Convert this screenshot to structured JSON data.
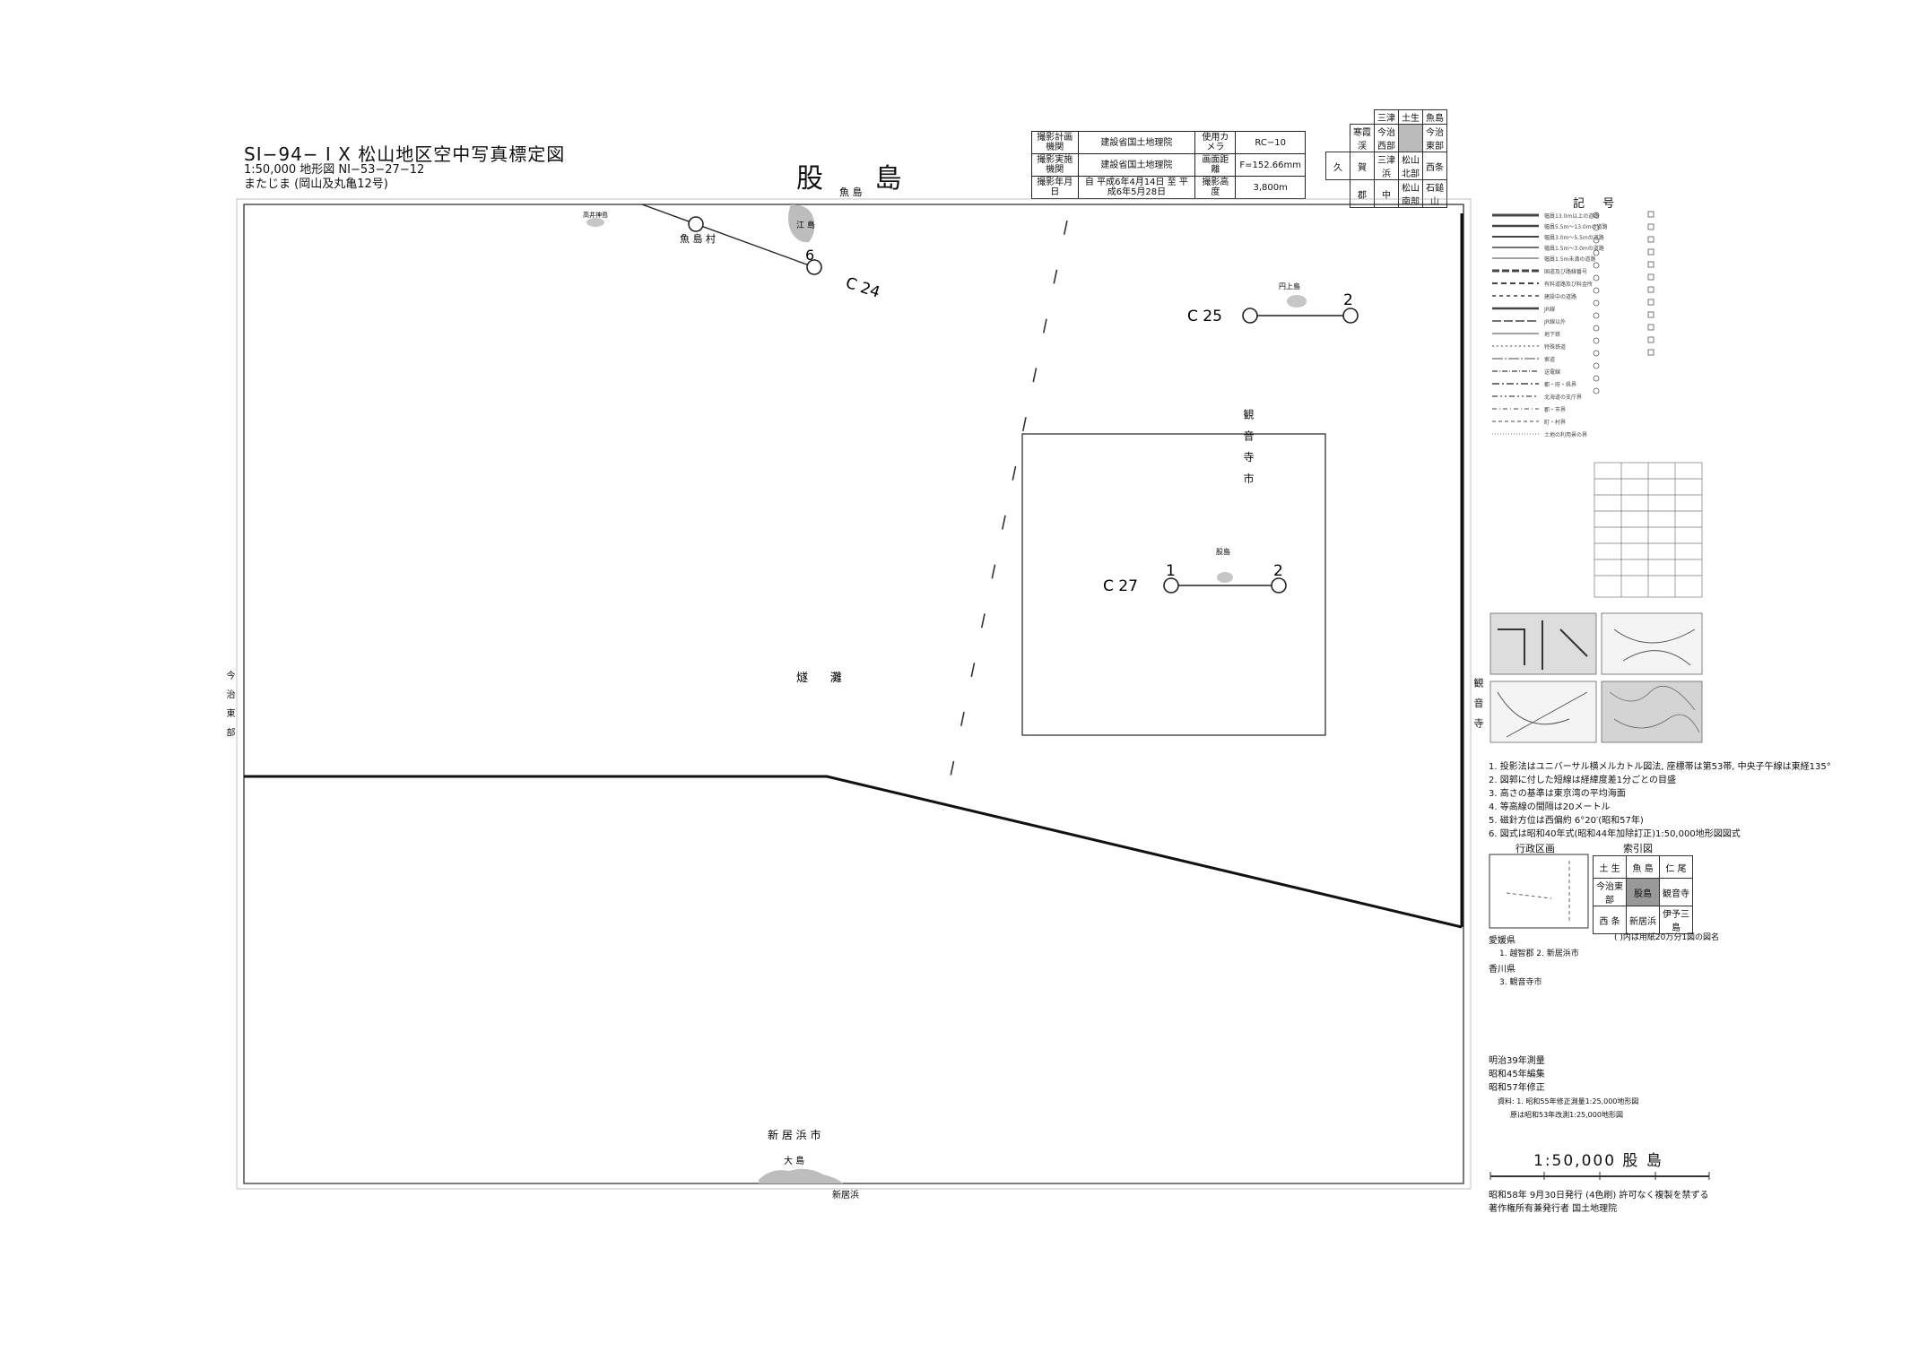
{
  "header": {
    "title": "SI−94− I X 松山地区空中写真標定図",
    "subtitle_line1": "1:50,000 地形図  NI−53−27−12",
    "subtitle_line2": "またじま         (岡山及丸亀12号)",
    "sheet_name": "股 島"
  },
  "photo_info": {
    "rows": [
      [
        "撮影計画機関",
        "建設省国土地理院",
        "使用カメラ",
        "RC−10"
      ],
      [
        "撮影実施機関",
        "建設省国土地理院",
        "画面距離",
        "F=152.66mm"
      ],
      [
        "撮影年月日",
        "自 平成6年4月14日 至 平成6年5月28日",
        "撮影高度",
        "3,800m"
      ]
    ]
  },
  "adjacent_sheets": {
    "rows": [
      [
        "",
        "",
        "三津",
        "土生",
        "魚島"
      ],
      [
        "",
        "寒霞渓",
        "今治西部",
        "",
        "今治東部"
      ],
      [
        "久",
        "賀",
        "三津浜",
        "松山北部",
        "西条"
      ],
      [
        "",
        "郡",
        "中",
        "松山南部",
        "石鎚山"
      ]
    ]
  },
  "map": {
    "place_labels": {
      "uoshima": "魚 島",
      "uoshima_village": "魚 島 村",
      "eshima": "江 島",
      "takaikamishima": "高井神島",
      "enjoshima": "円上島",
      "kanonji": "観 音 寺 市",
      "matajima": "股島",
      "tokase": "燧      灘",
      "niihama_city": "新 居 浜 市",
      "oshima": "大 島",
      "niihama": "新居浜",
      "imabari_east": "今 治 東 部",
      "kanonji_edge": "観 音 寺"
    },
    "courses": [
      {
        "name": "C 24",
        "start_label": "6",
        "end_label": ""
      },
      {
        "name": "C 25",
        "start_label": "",
        "end_label": "2"
      },
      {
        "name": "C 27",
        "start_label": "1",
        "end_label": "2"
      }
    ]
  },
  "legend": {
    "title": "記    号",
    "legend_lines": [
      "幅員13.0m以上の道路",
      "幅員5.5m～13.0mの道路",
      "幅員3.0m～5.5mの道路",
      "幅員1.5m～3.0mの道路",
      "幅員1.5m未満の道路",
      "国道及び路線番号",
      "有料道路及び料金所",
      "建設中の道路",
      "JR線",
      "JR線以外",
      "地下鉄",
      "特殊鉄道",
      "索道",
      "送電線",
      "都・府・県界",
      "北海道の支庁界",
      "郡・市界",
      "町・村界",
      "土地の利用景の界"
    ]
  },
  "notes": [
    "1. 投影法はユニバーサル横メルカトル図法, 座標帯は第53帯, 中央子午線は東経135°",
    "2. 図郭に付した短線は経緯度差1分ごとの目盛",
    "3. 高さの基準は東京湾の平均海面",
    "4. 等高線の間隔は20メートル",
    "5. 磁針方位は西偏約 6°20′(昭和57年)",
    "6. 図式は昭和40年式(昭和44年加除訂正)1:50,000地形図図式"
  ],
  "admin": {
    "title": "行政区画",
    "index_title": "索引図",
    "ehime": "愛媛県",
    "ehime_items": "1. 越智郡     2. 新居浜市",
    "kagawa": "香川県",
    "kagawa_items": "3. 観音寺市",
    "index_rows": [
      [
        "土 生",
        "魚 島",
        "仁 尾"
      ],
      [
        "今治東部",
        "股島",
        "観音寺"
      ],
      [
        "西 条",
        "新居浜",
        "伊予三島"
      ]
    ],
    "index_note": "( )内は用紙20万分1図の図名"
  },
  "survey": {
    "line1": "明治39年測量",
    "line2": "昭和45年編集",
    "line3": "昭和57年修正",
    "source1": "資料: 1. 昭和55年修正測量1:25,000地形図",
    "source2": "原は昭和53年改測1:25,000地形図"
  },
  "footer": {
    "scale_title": "1:50,000  股 島",
    "published": "昭和58年 9月30日発行 (4色刷)    許可なく複製を禁ずる",
    "publisher": "著作権所有兼発行者    国土地理院"
  }
}
